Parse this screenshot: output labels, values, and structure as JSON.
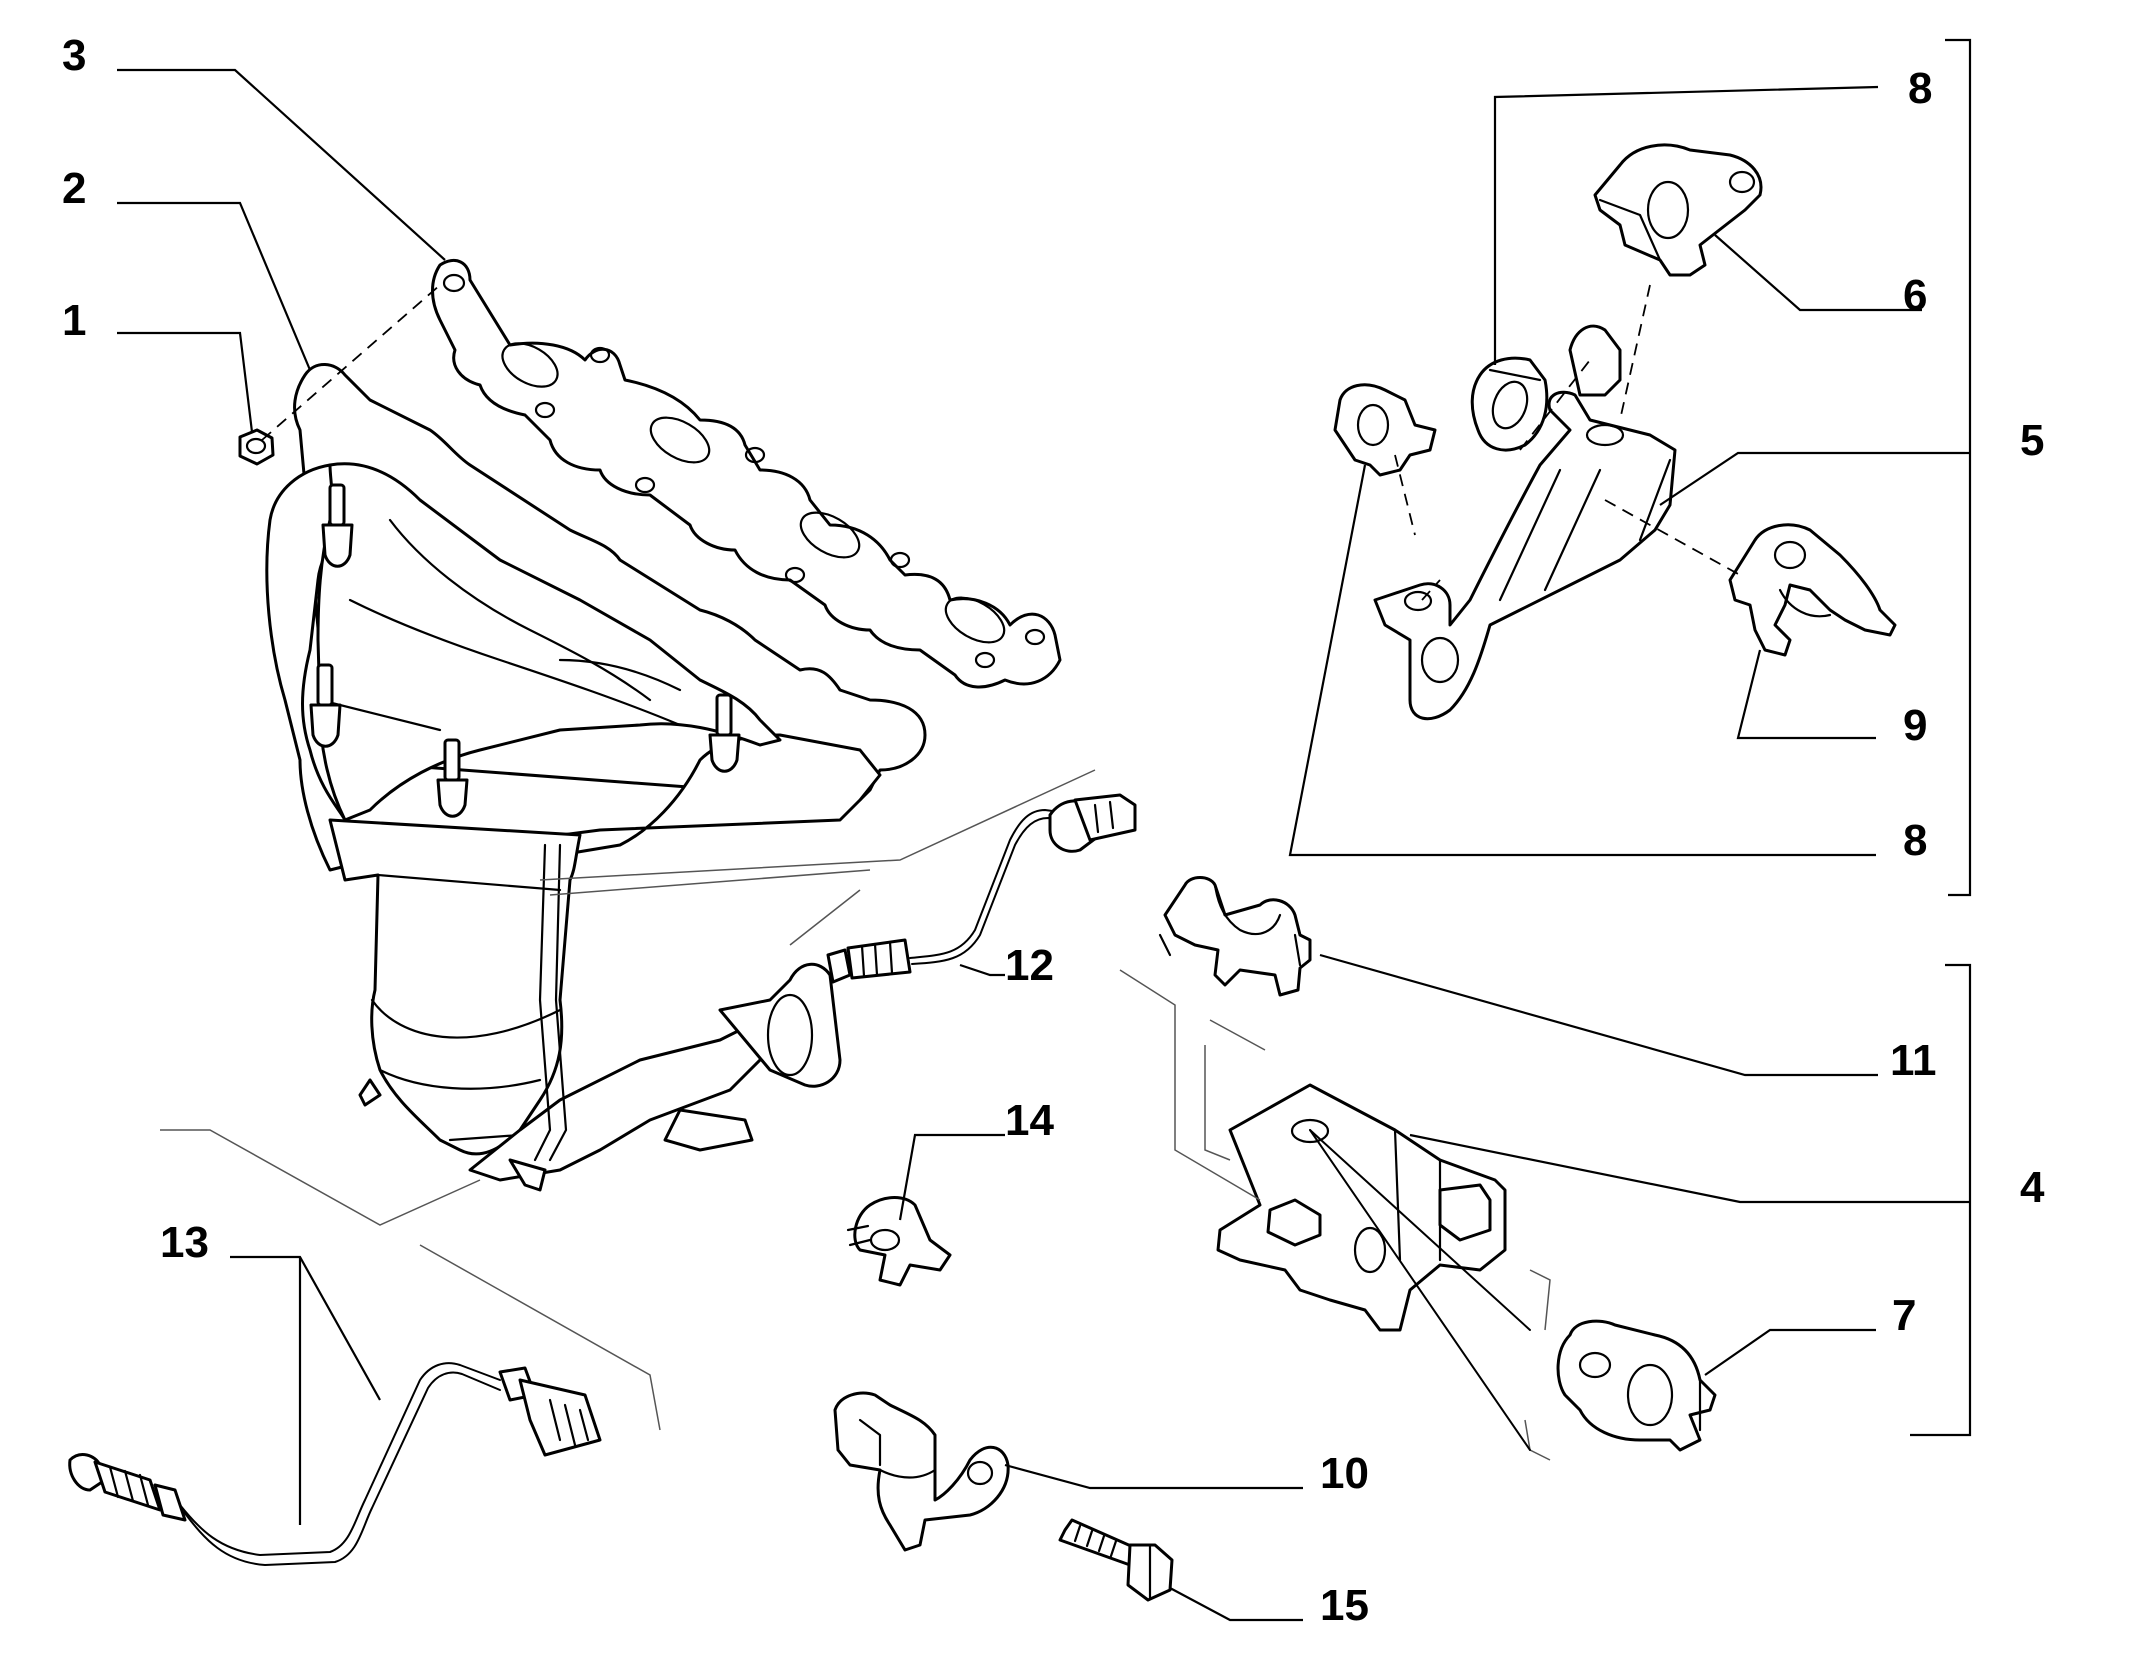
{
  "callouts": [
    {
      "id": "c1",
      "label": "1"
    },
    {
      "id": "c2",
      "label": "2"
    },
    {
      "id": "c3",
      "label": "3"
    },
    {
      "id": "c4",
      "label": "4"
    },
    {
      "id": "c5",
      "label": "5"
    },
    {
      "id": "c6",
      "label": "6"
    },
    {
      "id": "c7",
      "label": "7"
    },
    {
      "id": "c8a",
      "label": "8"
    },
    {
      "id": "c8b",
      "label": "8"
    },
    {
      "id": "c9",
      "label": "9"
    },
    {
      "id": "c10",
      "label": "10"
    },
    {
      "id": "c11",
      "label": "11"
    },
    {
      "id": "c12",
      "label": "12"
    },
    {
      "id": "c13",
      "label": "13"
    },
    {
      "id": "c14",
      "label": "14"
    },
    {
      "id": "c15",
      "label": "15"
    }
  ]
}
